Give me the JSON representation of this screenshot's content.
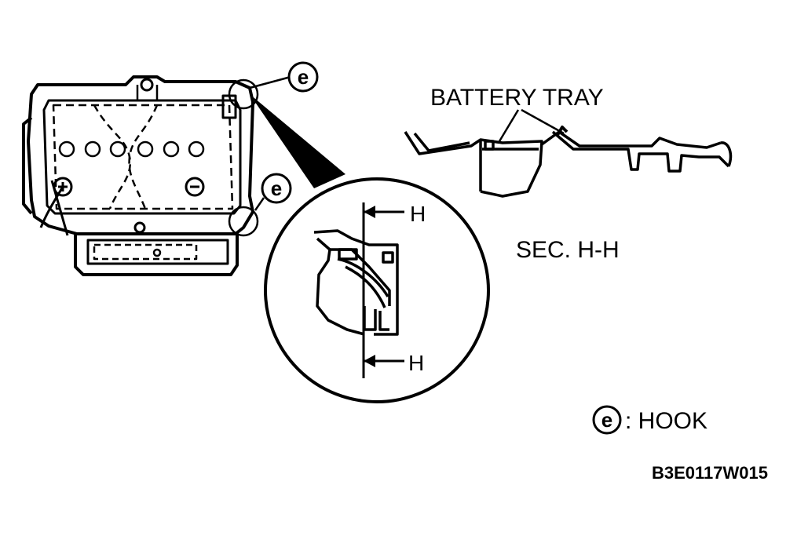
{
  "labels": {
    "battery_tray": "BATTERY TRAY",
    "section": "SEC. H-H",
    "section_mark_top": "H",
    "section_mark_bottom": "H",
    "callout_symbol": "e",
    "legend_symbol": "e",
    "legend_text": ": HOOK",
    "figure_code": "B3E0117W015"
  },
  "colors": {
    "ink": "#000000",
    "paper": "#ffffff"
  }
}
